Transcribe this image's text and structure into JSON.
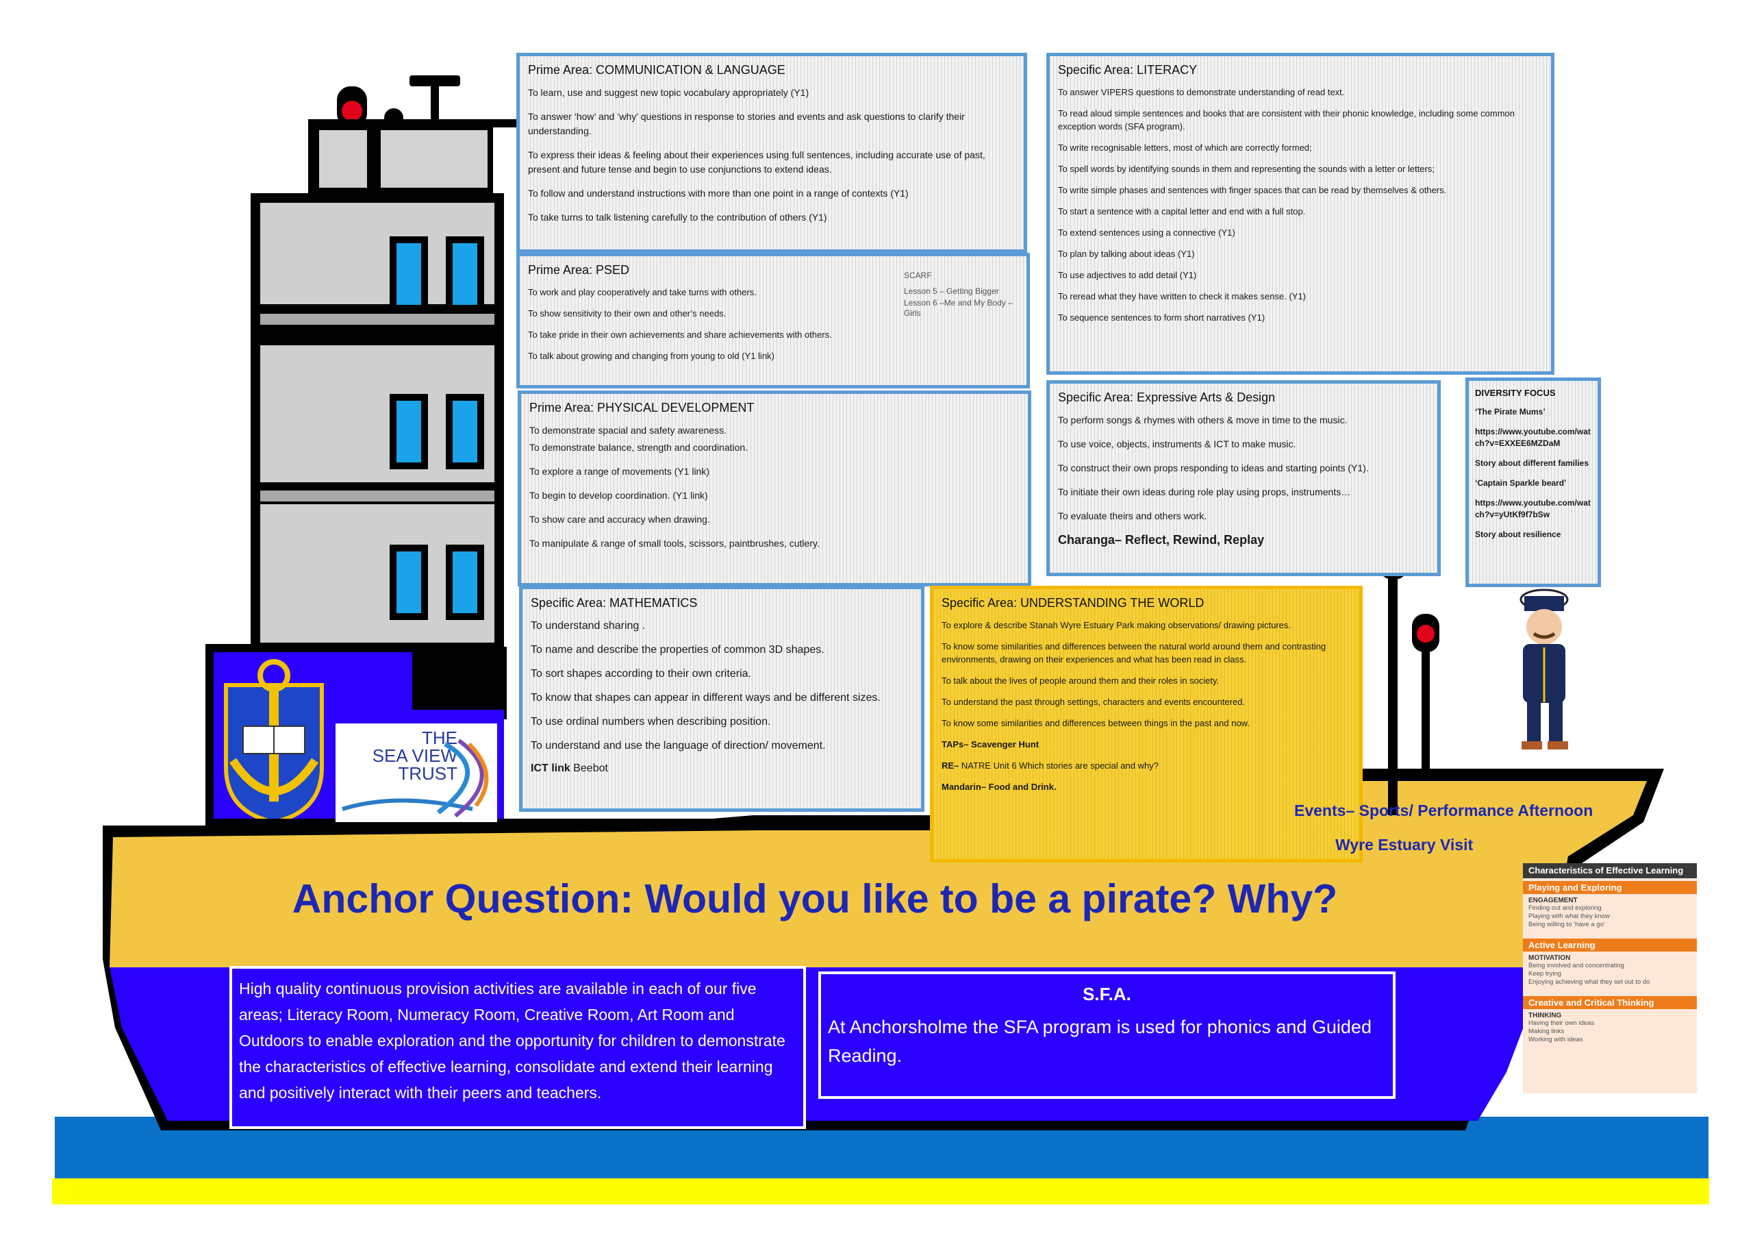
{
  "communication": {
    "title": "Prime Area: COMMUNICATION & LANGUAGE",
    "items": [
      "To learn, use and suggest new topic vocabulary appropriately (Y1)",
      "To answer ‘how’ and ‘why’ questions in response to stories and events and ask questions to clarify their understanding.",
      "To express their ideas & feeling about their experiences using full sentences, including  accurate use of past, present and future tense and begin to use conjunctions to extend ideas.",
      "To follow and understand instructions with more than one point in a range of contexts (Y1)",
      "To take turns to talk listening carefully to the contribution of others (Y1)"
    ]
  },
  "psed": {
    "title": "Prime Area: PSED",
    "items": [
      "To work and play cooperatively and take turns with others.",
      "To show sensitivity to their own and other’s needs.",
      "To take pride in their own achievements  and share achievements with others.",
      "To talk about growing and changing from young to old  (Y1 link)"
    ],
    "scarf_title": "SCARF",
    "scarf_lesson1": "Lesson 5 – Getting Bigger",
    "scarf_lesson2": "Lesson 6 –Me and My Body – Girls"
  },
  "physical": {
    "title": "Prime Area: PHYSICAL DEVELOPMENT",
    "items": [
      "To demonstrate spacial and safety awareness.",
      "To demonstrate balance, strength and coordination.",
      "To explore a range of movements (Y1 link)",
      "To begin to develop coordination. (Y1 link)",
      "To show care and accuracy when drawing.",
      "To manipulate & range of small tools, scissors, paintbrushes, cutlery."
    ]
  },
  "literacy": {
    "title": "Specific Area: LITERACY",
    "items": [
      "To answer VIPERS questions to demonstrate understanding of read text.",
      "To read aloud simple sentences and books that are consistent with their phonic knowledge, including some common exception words  (SFA program).",
      "To write recognisable letters, most of which are correctly formed;",
      "To spell words by identifying sounds in them and representing the sounds with a letter or letters;",
      "To write simple phases and sentences with finger spaces that can be read by themselves & others.",
      "To start a sentence with a capital letter and end with a full stop.",
      "To extend sentences using  a connective (Y1)",
      "To plan by talking about ideas (Y1)",
      "To use adjectives to add detail (Y1)",
      "To reread what they have written to check it makes sense. (Y1)",
      "To sequence sentences to form short narratives (Y1)"
    ]
  },
  "arts": {
    "title": "Specific Area: Expressive Arts & Design",
    "items": [
      "To perform songs & rhymes with others & move in time to the music.",
      "To use voice, objects, instruments & ICT to make music.",
      "To construct their own props responding to ideas and starting points (Y1).",
      "To initiate their own ideas during role play using props, instruments…",
      "To evaluate theirs and others work."
    ],
    "charanga": "Charanga– Reflect, Rewind, Replay"
  },
  "diversity": {
    "title": "DIVERSITY FOCUS",
    "items": [
      "‘The Pirate Mums’",
      "https://www.youtube.com/watch?v=EXXEE6MZDaM",
      "Story about different families",
      "‘Captain Sparkle beard’",
      "https://www.youtube.com/watch?v=yUtKf9f7bSw",
      "Story about resilience"
    ]
  },
  "maths": {
    "title": "Specific Area: MATHEMATICS",
    "items": [
      "To understand sharing .",
      "To name and describe the properties of common 3D shapes.",
      "To sort shapes according to their own criteria.",
      "To know that shapes can appear in different ways and be different sizes.",
      "To use ordinal numbers when describing position.",
      "To understand and use the language of direction/ movement."
    ],
    "ict_label": "ICT link",
    "ict_value": " Beebot"
  },
  "world": {
    "title": "Specific Area: UNDERSTANDING THE WORLD",
    "items": [
      "To explore & describe  Stanah Wyre Estuary Park making observations/ drawing pictures.",
      "To know some similarities and differences between the natural world around them and contrasting environments, drawing on their experiences and what has been read in class.",
      "To talk about the lives of people around them and their roles in society.",
      "To understand  the past through settings, characters and events encountered.",
      "To know some similarities and differences between things in the past and now."
    ],
    "taps": "TAPs– Scavenger Hunt",
    "re_label": "RE–",
    "re_value": " NATRE Unit 6 Which stories are special and why?",
    "mandarin": "Mandarin– Food and Drink."
  },
  "events": {
    "line1": "Events– Sports/ Performance Afternoon",
    "line2": "Wyre Estuary Visit"
  },
  "anchor_question": "Anchor Question: Would you like to be a pirate? Why?",
  "provision": "High quality continuous provision activities are available in each of our five areas; Literacy Room, Numeracy Room, Creative Room, Art Room and Outdoors to enable exploration and the opportunity for children to demonstrate the characteristics of effective learning, consolidate and extend their  learning and positively interact with their peers and teachers.",
  "sfa": {
    "title": "S.F.A.",
    "text": "At Anchorsholme the SFA program is used for phonics and Guided Reading."
  },
  "logo": {
    "line1": "THE",
    "line2": "SEA VIEW",
    "line3": "TRUST"
  },
  "coel": {
    "title": "Characteristics of Effective Learning",
    "s1": "Playing and Exploring",
    "s1_kw": "ENGAGEMENT",
    "s1_items": [
      "Finding out and exploring",
      "Playing with what they know",
      "Being willing to ‘have a go’"
    ],
    "s2": "Active Learning",
    "s2_kw": "MOTIVATION",
    "s2_items": [
      "Being involved and concentrating",
      "Keep trying",
      "Enjoying achieving what they set out to do"
    ],
    "s3": "Creative and Critical Thinking",
    "s3_kw": "THINKING",
    "s3_items": [
      "Having their own ideas",
      "Making links",
      "Working with ideas"
    ]
  },
  "colors": {
    "ship_blue": "#2b00ff",
    "hull_yellow": "#f2c643",
    "text_navy": "#1d27b5",
    "panel_border": "#5b9bd5",
    "sea": "#0a72c8",
    "sand": "#ffff00"
  }
}
